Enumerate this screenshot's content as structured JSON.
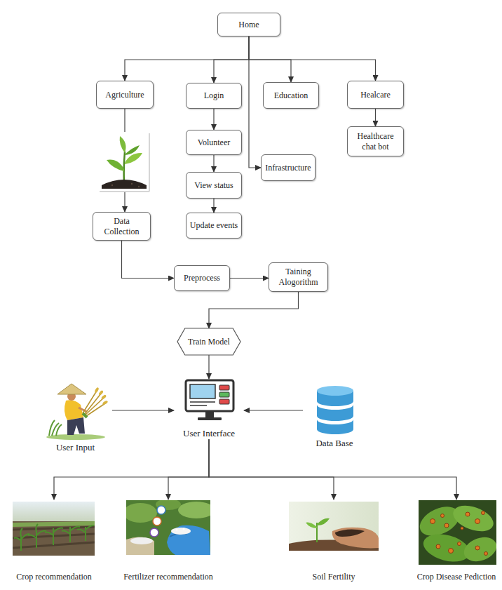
{
  "diagram": {
    "nodes": [
      {
        "text": [
          "Home"
        ]
      },
      {
        "text": [
          "Agriculture"
        ]
      },
      {
        "text": [
          "Login"
        ]
      },
      {
        "text": [
          "Education"
        ]
      },
      {
        "text": [
          "Healcare"
        ]
      },
      {
        "text": [
          "Volunteer"
        ]
      },
      {
        "text": [
          "Infrastructure"
        ]
      },
      {
        "text": [
          "Healthcare chat bot"
        ]
      },
      {
        "text": [
          "View status"
        ]
      },
      {
        "text": [
          "Data Collection"
        ]
      },
      {
        "text": [
          "Update events"
        ]
      },
      {
        "text": [
          "Preprocess"
        ]
      },
      {
        "text": [
          "Taining Alogorithm"
        ]
      },
      {
        "text": [
          "Train Model"
        ]
      },
      {
        "text": [
          "User Input"
        ]
      },
      {
        "text": [
          "User Interface"
        ]
      },
      {
        "text": [
          "Data Base"
        ]
      },
      {
        "text": [
          "Crop recommendation"
        ]
      },
      {
        "text": [
          "Fertilizer recommendation"
        ]
      },
      {
        "text": [
          "Soil Fertility"
        ]
      },
      {
        "text": [
          "Crop Disease Pediction"
        ]
      }
    ],
    "edges": [
      {
        "from": 0,
        "to": 1,
        "arrow": "to"
      },
      {
        "from": 0,
        "to": 2,
        "arrow": "to"
      },
      {
        "from": 0,
        "to": 3,
        "arrow": "to"
      },
      {
        "from": 0,
        "to": 4,
        "arrow": "to"
      },
      {
        "from": 0,
        "to": 6,
        "arrow": "to"
      },
      {
        "from": 1,
        "to": 9,
        "arrow": "to"
      },
      {
        "from": 2,
        "to": 5,
        "arrow": "to"
      },
      {
        "from": 5,
        "to": 8,
        "arrow": "to"
      },
      {
        "from": 8,
        "to": 10,
        "arrow": "to"
      },
      {
        "from": 4,
        "to": 7,
        "arrow": "to"
      },
      {
        "from": 9,
        "to": 11,
        "arrow": "to"
      },
      {
        "from": 11,
        "to": 12,
        "arrow": "to"
      },
      {
        "from": 12,
        "to": 13,
        "arrow": "to"
      },
      {
        "from": 13,
        "to": 15,
        "arrow": "to"
      },
      {
        "from": 14,
        "to": 15,
        "arrow": "to"
      },
      {
        "from": 16,
        "to": 15,
        "arrow": "to"
      },
      {
        "from": 15,
        "to": 17,
        "arrow": "to"
      },
      {
        "from": 15,
        "to": 18,
        "arrow": "to"
      },
      {
        "from": 15,
        "to": 19,
        "arrow": "to"
      },
      {
        "from": 15,
        "to": 20,
        "arrow": "to"
      }
    ]
  }
}
